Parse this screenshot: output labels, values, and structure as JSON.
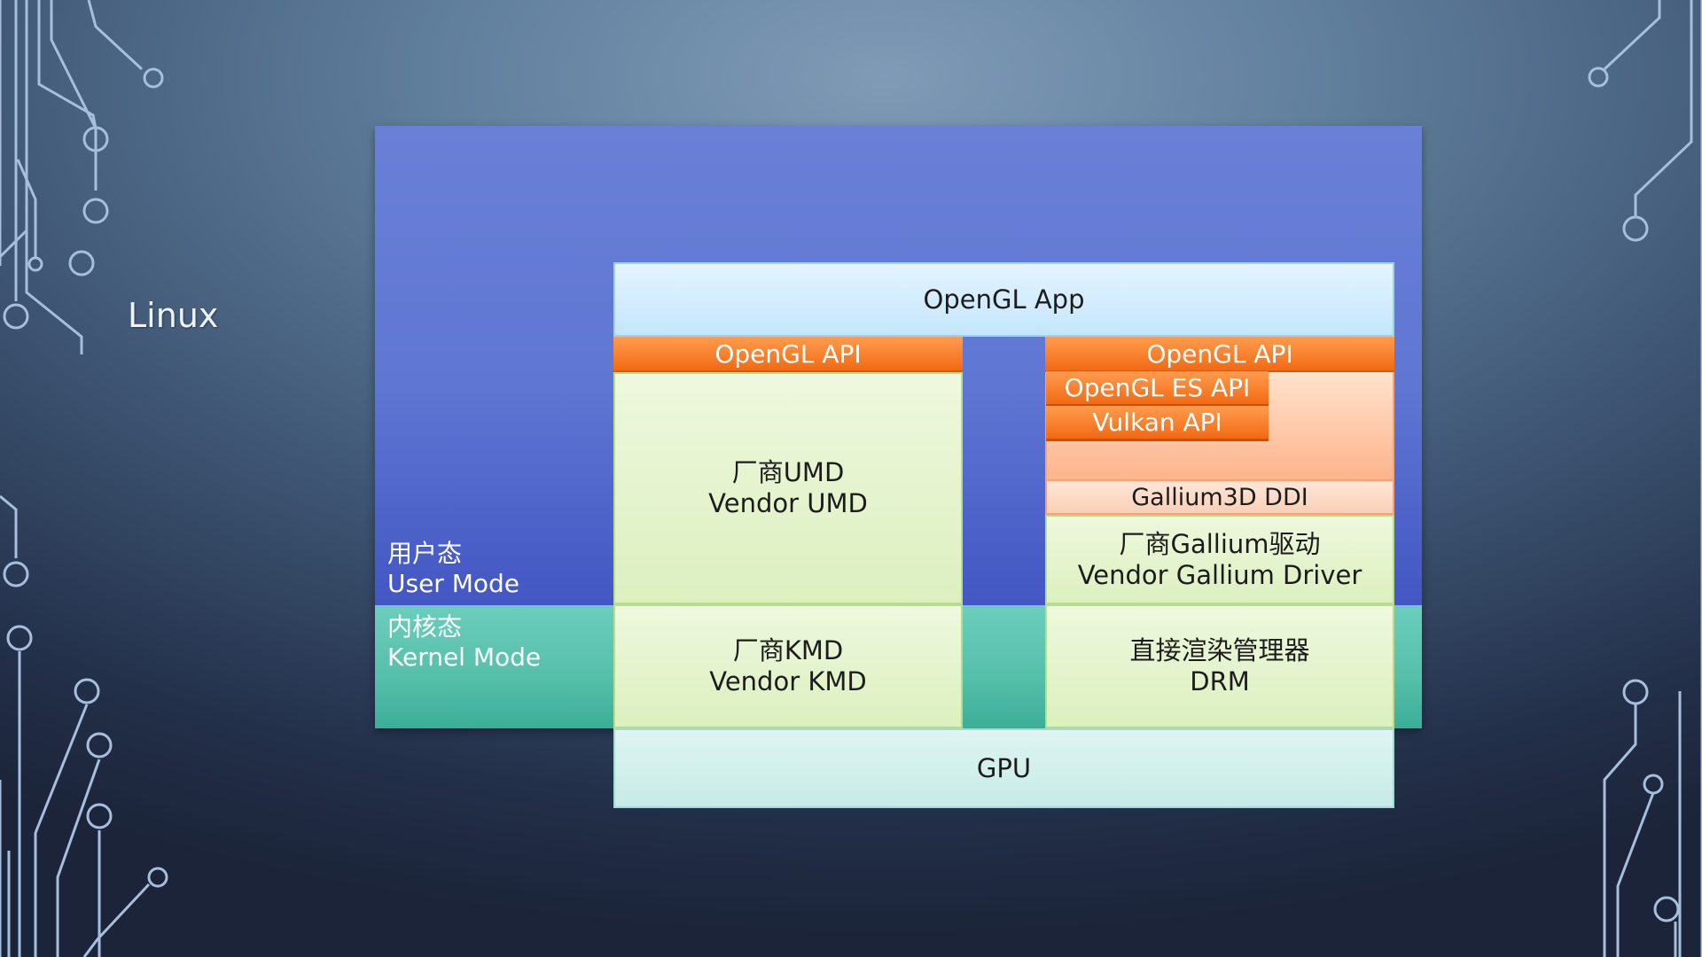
{
  "slide": {
    "title": "Linux"
  },
  "modes": {
    "user": {
      "line1": "用户态",
      "line2": "User Mode"
    },
    "kernel": {
      "line1": "内核态",
      "line2": "Kernel Mode"
    }
  },
  "blocks": {
    "opengl_app": "OpenGL App",
    "left_stack": {
      "api": "OpenGL API",
      "umd": {
        "line1": "厂商UMD",
        "line2": "Vendor UMD"
      },
      "kmd": {
        "line1": "厂商KMD",
        "line2": "Vendor KMD"
      }
    },
    "right_stack": {
      "api": "OpenGL API",
      "es_api": "OpenGL ES API",
      "vulkan_api": "Vulkan API",
      "gallium_ddi": "Gallium3D DDI",
      "gallium_driver": {
        "line1": "厂商Gallium驱动",
        "line2": "Vendor Gallium Driver"
      },
      "drm": {
        "line1": "直接渲染管理器",
        "line2": "DRM"
      }
    },
    "gpu": "GPU"
  },
  "colors": {
    "user_mode": "#5f76d3",
    "kernel_mode": "#55bfa9",
    "api_orange": "#f5782a",
    "driver_green": "#e4f4cc",
    "gpu_teal": "#cdeee9"
  }
}
